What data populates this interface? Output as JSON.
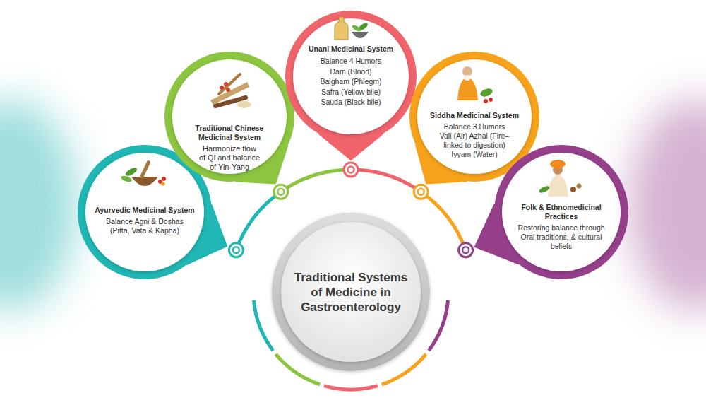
{
  "diagram": {
    "nodes": [
      {
        "text": [
          "Traditional Systems of Medicine in Gastroenterology"
        ]
      },
      {
        "text": [
          "Ayurvedic Medicinal System",
          "Balance Agni & Doshas (Pitta, Vata & Kapha)"
        ]
      },
      {
        "text": [
          "Traditional Chinese Medicinal System",
          "Harmonize flow of Qi and balance of Yin-Yang"
        ]
      },
      {
        "text": [
          "Unani Medicinal System",
          "Balance 4 Humors",
          "Dam (Blood)",
          "Balgham (Phlegm)",
          "Safra (Yellow bile)",
          "Sauda (Black bile)"
        ]
      },
      {
        "text": [
          "Siddha Medicinal System",
          "Balance 3 Humors",
          "Vali (Air) Azhal (Fire– linked to digestion)",
          "Iyyam (Water)"
        ]
      },
      {
        "text": [
          "Folk & Ethnomedicinal Practices",
          "Restoring balance through Oral traditions, & cultural beliefs"
        ]
      }
    ]
  }
}
